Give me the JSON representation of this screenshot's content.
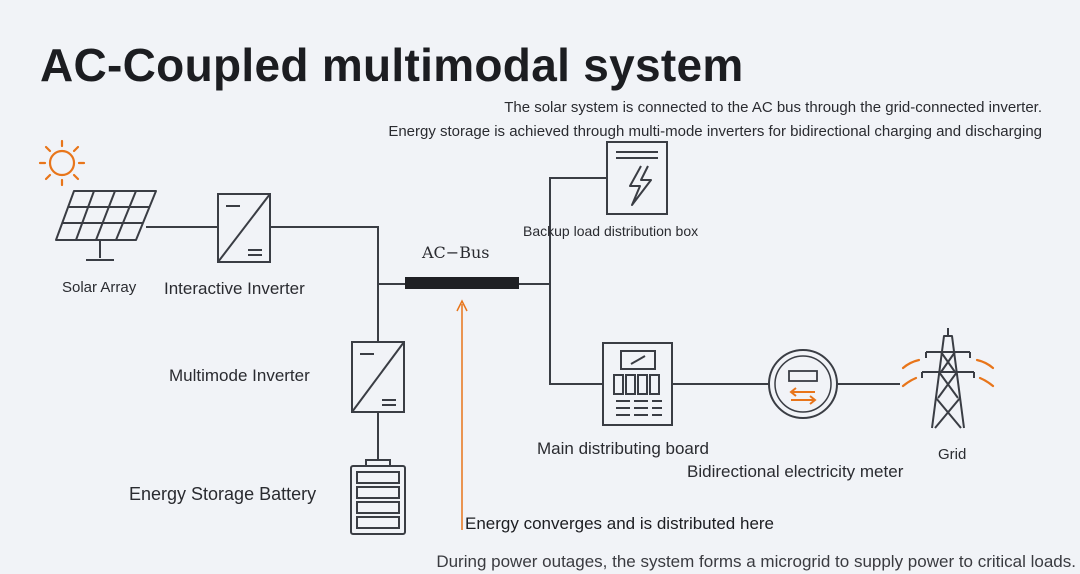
{
  "title": "AC-Coupled multimodal system",
  "subtitle_lines": [
    "The solar system is connected to the AC bus through the grid-connected inverter.",
    "Energy storage is achieved through multi-mode inverters for bidirectional charging and discharging"
  ],
  "nodes": {
    "solar_array": "Solar Array",
    "interactive_inverter": "Interactive Inverter",
    "multimode_inverter": "Multimode Inverter",
    "energy_storage_battery": "Energy Storage Battery",
    "ac_bus": "AC−Bus",
    "backup_load_box": "Backup load distribution box",
    "main_board": "Main distributing board",
    "meter": "Bidirectional electricity meter",
    "grid": "Grid"
  },
  "annotation": "Energy converges and is distributed here",
  "footer": "During power outages, the system forms a microgrid to supply power to critical loads.",
  "colors": {
    "accent": "#e8751a",
    "line": "#3a3d44",
    "bus": "#1f2024",
    "background": "#f1f3f7"
  }
}
